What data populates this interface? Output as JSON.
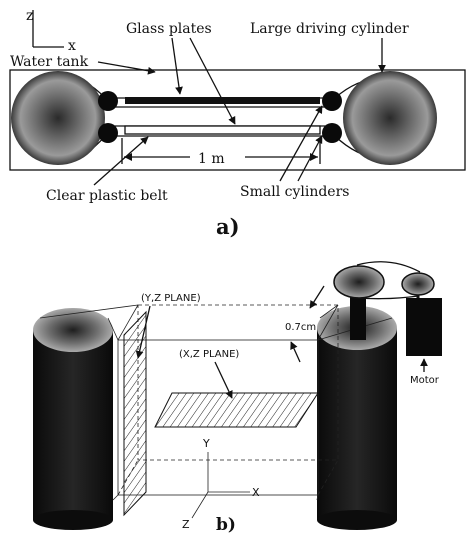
{
  "panel_a": {
    "axis_z": "z",
    "axis_x": "x",
    "water_tank": "Water tank",
    "glass_plates": "Glass plates",
    "large_driving_cylinder": "Large driving cylinder",
    "distance": "1 m",
    "clear_plastic_belt": "Clear plastic belt",
    "small_cylinders": "Small cylinders",
    "caption": "a)"
  },
  "panel_b": {
    "yz_plane": "(Y,Z PLANE)",
    "xz_plane": "(X,Z PLANE)",
    "gap": "0.7cm",
    "motor": "Motor",
    "axis_y": "Y",
    "axis_x": "X",
    "axis_z": "Z",
    "caption": "b)"
  }
}
